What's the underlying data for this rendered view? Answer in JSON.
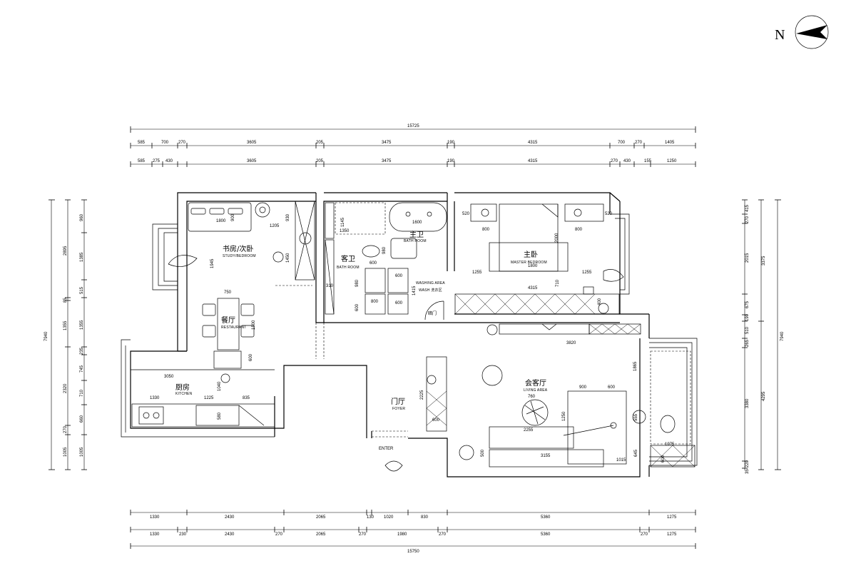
{
  "north": {
    "label": "N"
  },
  "rooms": {
    "study": {
      "cn": "书房/次卧",
      "en": "STUDY/BEDROOM"
    },
    "guest_bath": {
      "cn": "客卫",
      "en": "BATH ROOM"
    },
    "master_bath": {
      "cn": "主卫",
      "en": "BATH ROOM"
    },
    "master_bedroom": {
      "cn": "主卧",
      "en": "MASTER BEDROOM"
    },
    "dining": {
      "cn": "餐厅",
      "en": "RESTAURANT"
    },
    "kitchen": {
      "cn": "厨房",
      "en": "KITCHEN"
    },
    "foyer": {
      "cn": "门厅",
      "en": "FOYER"
    },
    "living": {
      "cn": "会客厅",
      "en": "LIVING AREA"
    },
    "washing": {
      "en": "WASHING AREA",
      "mixed": "WASH 洗衣区"
    },
    "hidden_door": {
      "cn": "暗门"
    },
    "enter": {
      "en": "ENTER"
    }
  },
  "dims": {
    "top_total": "15725",
    "top_row1": [
      "585",
      "700",
      "270",
      "3605",
      "205",
      "3475",
      "190",
      "4315",
      "700",
      "270",
      "1405"
    ],
    "top_row2": [
      "585",
      "275",
      "430",
      "3605",
      "205",
      "3475",
      "190",
      "4315",
      "270",
      "430",
      "155",
      "1250"
    ],
    "bottom_row1": [
      "1330",
      "2430",
      "2065",
      "130",
      "1020",
      "830",
      "5360",
      "1275"
    ],
    "bottom_row2": [
      "1330",
      "230",
      "2430",
      "270",
      "2065",
      "270",
      "1980",
      "270",
      "5360",
      "270",
      "1275"
    ],
    "bottom_total": "15750",
    "left_total": "7940",
    "left_col1": [
      "2895",
      "85",
      "1355",
      "2320",
      "270",
      "1005"
    ],
    "left_col2": [
      "960",
      "1385",
      "515",
      "1355",
      "235",
      "745",
      "710",
      "660",
      "1005"
    ],
    "right_total": "7940",
    "right_col1": [
      "3375",
      "4295"
    ],
    "right_col2": [
      "415",
      "270",
      "2015",
      "675",
      "190",
      "510",
      "265",
      "3380",
      "220",
      "35"
    ]
  },
  "labels": {
    "sofa_1800": "1800",
    "sofa_900": "900",
    "s1205": "1205",
    "s930": "930",
    "s1450": "1450",
    "s1945": "1945",
    "table_750": "750",
    "table_1500": "1500",
    "table_600": "600",
    "k3050": "3050",
    "k1330": "1330",
    "k1225": "1225",
    "k835": "835",
    "k1040": "1040",
    "k580": "580",
    "b1145": "1145",
    "b1350": "1350",
    "b980": "980",
    "b1600": "1600",
    "g600a": "600",
    "g980": "980",
    "g600b": "600",
    "g310": "310",
    "g800": "800",
    "g1415": "1415",
    "g600c": "600",
    "g600d": "600",
    "m520a": "520",
    "m520b": "520",
    "m800a": "800",
    "m800b": "800",
    "m2000": "2000",
    "m1255a": "1255",
    "m1800": "1800",
    "m1255b": "1255",
    "m4315": "4315",
    "m710": "710",
    "m400": "400",
    "c3820": "3820",
    "l2225": "2225",
    "l600": "600",
    "l900": "900",
    "l600b": "600",
    "l760": "760",
    "l1250": "1250",
    "l2255": "2255",
    "l500": "500",
    "l3155": "3155",
    "l1015": "1015",
    "l645": "645",
    "l1865": "1865",
    "l555": "555",
    "r1075": "1075",
    "r600": "600"
  }
}
